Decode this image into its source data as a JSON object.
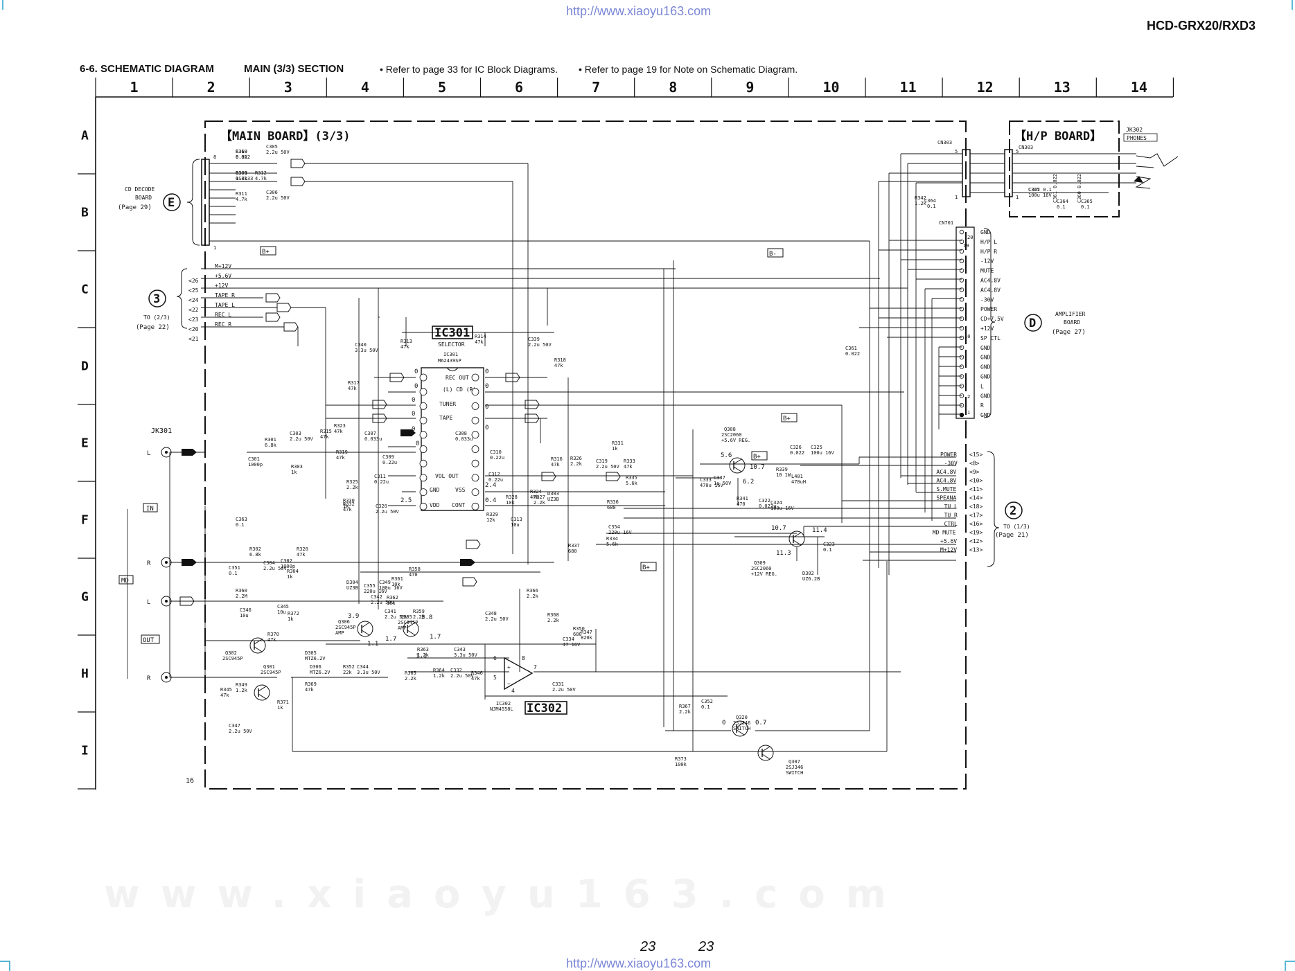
{
  "header": {
    "url_top": "http://www.xiaoyu163.com",
    "model": "HCD-GRX20/RXD3",
    "section_number": "6-6. SCHEMATIC DIAGRAM",
    "section_name": "MAIN (3/3) SECTION",
    "note1": "• Refer to page 33 for IC Block Diagrams.",
    "note2": "• Refer to page 19 for Note on Schematic Diagram."
  },
  "grid": {
    "columns": [
      "1",
      "2",
      "3",
      "4",
      "5",
      "6",
      "7",
      "8",
      "9",
      "10",
      "11",
      "12",
      "13",
      "14"
    ],
    "rows": [
      "A",
      "B",
      "C",
      "D",
      "E",
      "F",
      "G",
      "H",
      "I"
    ],
    "corner_number": "16"
  },
  "boards": {
    "main": "【MAIN BOARD】(3/3)",
    "hp": "【H/P BOARD】"
  },
  "connectors": {
    "cn303": "CN303",
    "cn701": "CN701",
    "jk302": "JK302",
    "phones": "PHONES",
    "jk301": "JK301",
    "in_label": "IN",
    "out_label": "OUT",
    "md_label": "MD"
  },
  "refs": {
    "e_circle": "E",
    "e_text1": "CD DECODE",
    "e_text2": "BOARD",
    "e_page": "(Page 29)",
    "three_circle": "3",
    "three_text": "TO (2/3)",
    "three_page": "(Page 22)",
    "d_circle": "D",
    "d_text1": "AMPLIFIER",
    "d_text2": "BOARD",
    "d_page": "(Page 27)",
    "two_circle": "2",
    "two_text": "TO (1/3)",
    "two_page": "(Page 21)"
  },
  "left_bus": [
    {
      "label": "M+12V",
      "pin": ""
    },
    {
      "label": "+5.6V",
      "pin": "26"
    },
    {
      "label": "+12V",
      "pin": "25"
    },
    {
      "label": "TAPE R",
      "pin": "24"
    },
    {
      "label": "TAPE L",
      "pin": "22"
    },
    {
      "label": "REC L",
      "pin": "23"
    },
    {
      "label": "REC R",
      "pin": "20"
    },
    {
      "label": "",
      "pin": "21"
    }
  ],
  "cn701_pins": [
    "GND",
    "H/P L",
    "H/P R",
    "-12V",
    "MUTE",
    "AC4.8V",
    "AC4.8V",
    "-30V",
    "POWER",
    "CD+7.5V",
    "+12V",
    "SP CTL",
    "GND",
    "GND",
    "GND",
    "GND",
    "L",
    "GND",
    "R",
    "GND"
  ],
  "right_bus": [
    {
      "label": "POWER",
      "pin": "15"
    },
    {
      "label": "-30V",
      "pin": "8"
    },
    {
      "label": "AC4.8V",
      "pin": "9"
    },
    {
      "label": "AC4.8V",
      "pin": "10"
    },
    {
      "label": "S.MUTE",
      "pin": "11"
    },
    {
      "label": "SPEANA",
      "pin": "14"
    },
    {
      "label": "TU L",
      "pin": "18"
    },
    {
      "label": "TU R",
      "pin": "17"
    },
    {
      "label": "CTRL",
      "pin": "16"
    },
    {
      "label": "MD MUTE",
      "pin": "19"
    },
    {
      "label": "+5.6V",
      "pin": "12"
    },
    {
      "label": "M+12V",
      "pin": "13"
    }
  ],
  "ic301": {
    "name": "IC301",
    "function": "SELECTOR",
    "part": "IC301",
    "part2": "M62439SP",
    "labels": [
      "REC OUT",
      "(L) CD (R)",
      "TUNER",
      "TAPE",
      "VOL OUT",
      "GND",
      "VSS",
      "VDD",
      "CONT"
    ]
  },
  "ic302": {
    "name": "IC302",
    "part": "IC302",
    "part2": "NJM4558L"
  },
  "transistors": [
    {
      "ref": "Q308",
      "part": "2SC2060",
      "role": "+5.6V REG."
    },
    {
      "ref": "Q309",
      "part": "2SC2060",
      "role": "+12V REG."
    },
    {
      "ref": "Q306",
      "part": "2SC945P",
      "role": "AMP"
    },
    {
      "ref": "Q305",
      "part": "2SC945P",
      "role": "AMP"
    },
    {
      "ref": "Q302",
      "part": "2SC945P",
      "role": ""
    },
    {
      "ref": "Q301",
      "part": "2SC945P",
      "role": ""
    },
    {
      "ref": "Q320",
      "part": "2SJ346",
      "role": "SWITCH"
    },
    {
      "ref": "Q307",
      "part": "2SJ346",
      "role": "SWITCH"
    }
  ],
  "components": [
    "R310 6.8k",
    "R309 6.8k",
    "R311 4.7k",
    "R312 4.7k",
    "C305 2.2u 50V",
    "C306 2.2u 50V",
    "R313 47k",
    "R314 47k",
    "C339 2.2u 50V",
    "C340 3.3u 50V",
    "R318 47k",
    "R317 47k",
    "R301 6.8k",
    "C303 2.2u 50V",
    "C301 1000p",
    "R303 1k",
    "R315 47k",
    "R323 47k",
    "R319 47k",
    "C307 0.033u",
    "C309 0.22u",
    "C311 0.22u",
    "R325 2.2k",
    "R330 1k",
    "R332 47k",
    "C320 2.2u 50V",
    "C363 0.1",
    "R302 6.8k",
    "C304 2.2u 50V",
    "C302 1000p",
    "R304 1k",
    "C351 0.1",
    "R320 47k",
    "R358 470",
    "C308 0.033u",
    "C310 0.22u",
    "C312 0.22u",
    "R328 10k",
    "C313 10u",
    "R329 12k",
    "R327 2.2k",
    "D303 UZ3B",
    "R324 47k",
    "R316 47k",
    "R326 2.2k",
    "R331 1k",
    "C319 2.2u 50V",
    "R333 47k",
    "R335 5.6k",
    "R336 680",
    "C354 220u 16V",
    "R337 680",
    "R334 5.6k",
    "D304 UZ3B",
    "C355 220u 16V",
    "C349 100u 16V",
    "R361 10k",
    "C342 2.2u 50V",
    "R362 10k",
    "C341 2.2u 50V",
    "R359 2.2M",
    "R360 2.2M",
    "C346 10u",
    "C345 10u",
    "R372 1k",
    "R370 47k",
    "R366 2.2k",
    "C348 2.2u 50V",
    "R368 2.2k",
    "R350 680",
    "C334 47 16V",
    "R347 820k",
    "D305 MTZ6.2V",
    "D306 MTZ6.2V",
    "R352 22k",
    "C344 3.3u 50V",
    "R365 2.2k",
    "R363 1.2k",
    "C343 3.3u 50V",
    "R364 1.2k",
    "C332 2.2u 50V",
    "R346 47k",
    "C331 2.2u 50V",
    "R345 47k",
    "R349 1.2k",
    "R369 47k",
    "R371 1k",
    "C347 2.2u 50V",
    "R367 2.2k",
    "C352 0.1",
    "R373 100k",
    "C333 470u 16V",
    "C337 1u 50V",
    "C326 0.022",
    "C325 100u 16V",
    "R339 10 1W",
    "L401 470uH",
    "R341 470",
    "C322 0.022u",
    "C324 100u 16V",
    "C323 0.1",
    "D302 UZ6.2B",
    "R342 1.2k",
    "C327 100u 16V",
    "C364 0.1",
    "C365 0.1",
    "C361 0.022",
    "C360 0.022",
    "D301 1SS133"
  ],
  "voltages": [
    "0",
    "0",
    "0",
    "0",
    "0",
    "0",
    "0",
    "0",
    "0",
    "0",
    "2.4",
    "2.5",
    "0.4",
    "5.6",
    "10.7",
    "6.2",
    "10.7",
    "11.4",
    "11.3",
    "3.9",
    "1.1",
    "3.8",
    "1.7",
    "1.7",
    "1.1",
    "0",
    "0.7"
  ],
  "ic_labels_small": [
    "B+",
    "B-",
    "B+",
    "B+"
  ],
  "footer": {
    "page_left": "23",
    "page_right": "23",
    "url_bottom": "http://www.xiaoyu163.com",
    "watermark": "www.xiaoyu163.com"
  }
}
